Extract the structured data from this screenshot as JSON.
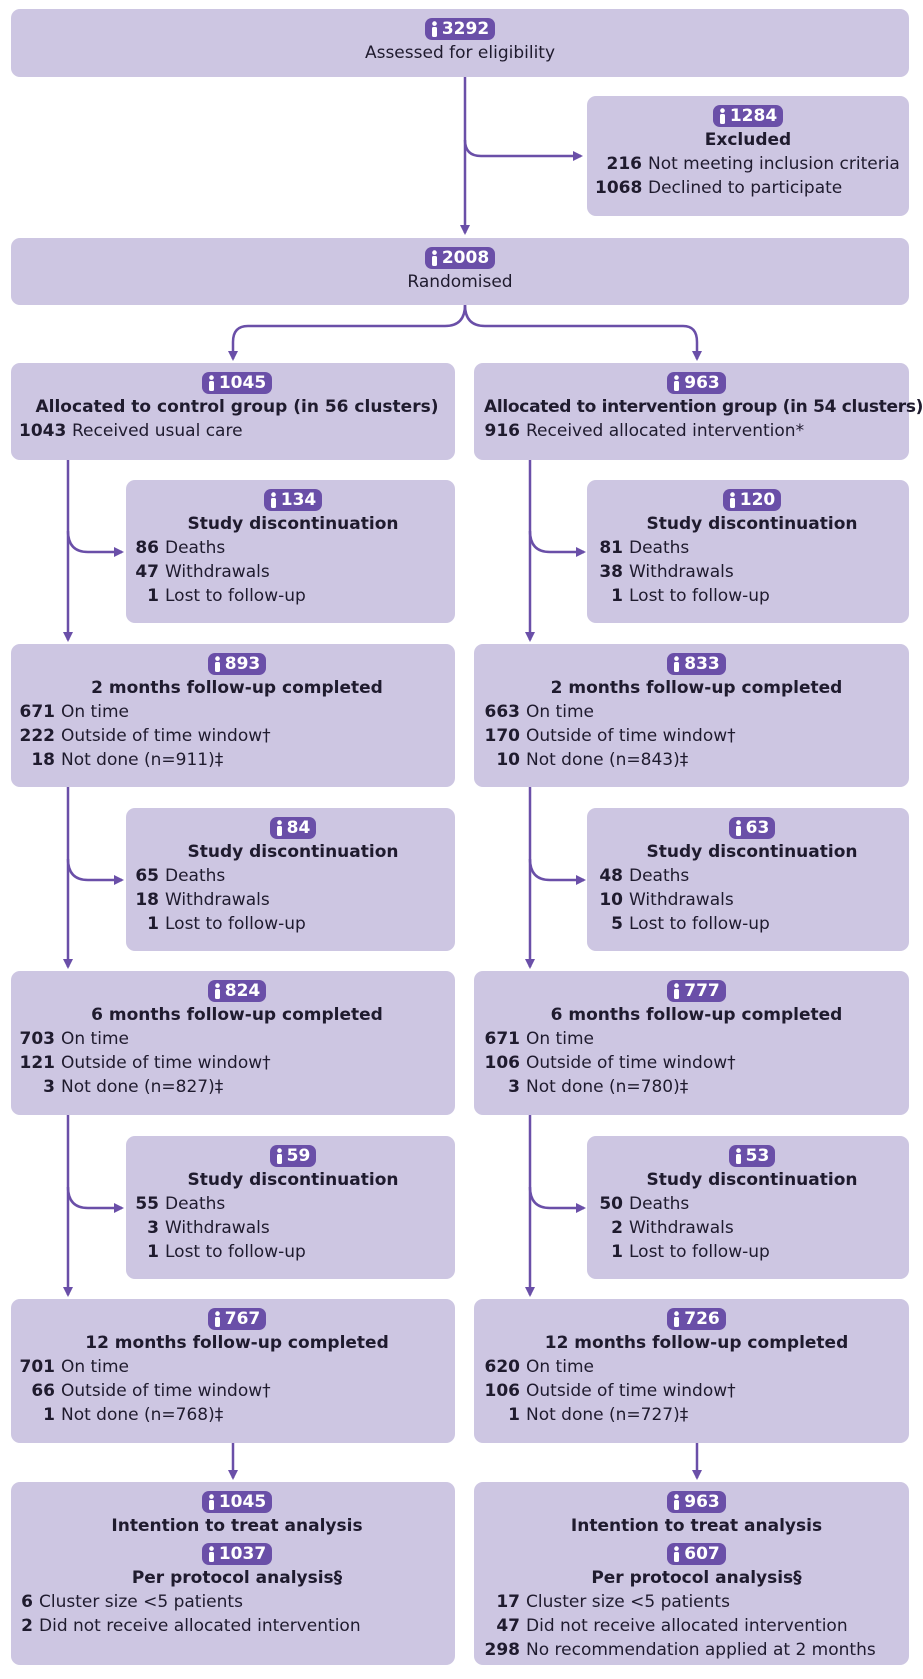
{
  "assessed": {
    "count": "3292",
    "label": "Assessed for eligibility"
  },
  "excluded": {
    "count": "1284",
    "title": "Excluded",
    "items": [
      {
        "n": "216",
        "text": "Not meeting inclusion criteria"
      },
      {
        "n": "1068",
        "text": "Declined to participate"
      }
    ]
  },
  "randomised": {
    "count": "2008",
    "label": "Randomised"
  },
  "control": {
    "alloc": {
      "count": "1045",
      "title": "Allocated to control group (in 56 clusters)",
      "items": [
        {
          "n": "1043",
          "text": "Received usual care"
        }
      ]
    },
    "disc1": {
      "count": "134",
      "title": "Study discontinuation",
      "items": [
        {
          "n": "86",
          "text": "Deaths"
        },
        {
          "n": "47",
          "text": "Withdrawals"
        },
        {
          "n": "1",
          "text": "Lost to follow-up"
        }
      ]
    },
    "fu2": {
      "count": "893",
      "title": "2 months follow-up completed",
      "items": [
        {
          "n": "671",
          "text": "On time"
        },
        {
          "n": "222",
          "text": "Outside of time window†"
        },
        {
          "n": "18",
          "text": "Not done (n=911)‡"
        }
      ]
    },
    "disc2": {
      "count": "84",
      "title": "Study discontinuation",
      "items": [
        {
          "n": "65",
          "text": "Deaths"
        },
        {
          "n": "18",
          "text": "Withdrawals"
        },
        {
          "n": "1",
          "text": "Lost to follow-up"
        }
      ]
    },
    "fu6": {
      "count": "824",
      "title": "6 months follow-up completed",
      "items": [
        {
          "n": "703",
          "text": "On time"
        },
        {
          "n": "121",
          "text": "Outside of time window†"
        },
        {
          "n": "3",
          "text": "Not done (n=827)‡"
        }
      ]
    },
    "disc3": {
      "count": "59",
      "title": "Study discontinuation",
      "items": [
        {
          "n": "55",
          "text": "Deaths"
        },
        {
          "n": "3",
          "text": "Withdrawals"
        },
        {
          "n": "1",
          "text": "Lost to follow-up"
        }
      ]
    },
    "fu12": {
      "count": "767",
      "title": "12 months follow-up completed",
      "items": [
        {
          "n": "701",
          "text": "On time"
        },
        {
          "n": "66",
          "text": "Outside of time window†"
        },
        {
          "n": "1",
          "text": "Not done (n=768)‡"
        }
      ]
    },
    "analysis": {
      "itt_count": "1045",
      "itt_title": "Intention to treat analysis",
      "pp_count": "1037",
      "pp_title": "Per protocol analysis§",
      "items": [
        {
          "n": "6",
          "text": "Cluster size <5 patients"
        },
        {
          "n": "2",
          "text": "Did not receive allocated intervention"
        }
      ]
    }
  },
  "intervention": {
    "alloc": {
      "count": "963",
      "title": "Allocated to intervention group (in 54 clusters)",
      "items": [
        {
          "n": "916",
          "text": "Received allocated intervention*"
        }
      ]
    },
    "disc1": {
      "count": "120",
      "title": "Study discontinuation",
      "items": [
        {
          "n": "81",
          "text": "Deaths"
        },
        {
          "n": "38",
          "text": "Withdrawals"
        },
        {
          "n": "1",
          "text": "Lost to follow-up"
        }
      ]
    },
    "fu2": {
      "count": "833",
      "title": "2 months follow-up completed",
      "items": [
        {
          "n": "663",
          "text": "On time"
        },
        {
          "n": "170",
          "text": "Outside of time window†"
        },
        {
          "n": "10",
          "text": "Not done (n=843)‡"
        }
      ]
    },
    "disc2": {
      "count": "63",
      "title": "Study discontinuation",
      "items": [
        {
          "n": "48",
          "text": "Deaths"
        },
        {
          "n": "10",
          "text": "Withdrawals"
        },
        {
          "n": "5",
          "text": "Lost to follow-up"
        }
      ]
    },
    "fu6": {
      "count": "777",
      "title": "6 months follow-up completed",
      "items": [
        {
          "n": "671",
          "text": "On time"
        },
        {
          "n": "106",
          "text": "Outside of time window†"
        },
        {
          "n": "3",
          "text": "Not done (n=780)‡"
        }
      ]
    },
    "disc3": {
      "count": "53",
      "title": "Study discontinuation",
      "items": [
        {
          "n": "50",
          "text": "Deaths"
        },
        {
          "n": "2",
          "text": "Withdrawals"
        },
        {
          "n": "1",
          "text": "Lost to follow-up"
        }
      ]
    },
    "fu12": {
      "count": "726",
      "title": "12 months follow-up completed",
      "items": [
        {
          "n": "620",
          "text": "On time"
        },
        {
          "n": "106",
          "text": "Outside of time window†"
        },
        {
          "n": "1",
          "text": "Not done (n=727)‡"
        }
      ]
    },
    "analysis": {
      "itt_count": "963",
      "itt_title": "Intention to treat analysis",
      "pp_count": "607",
      "pp_title": "Per protocol analysis§",
      "items": [
        {
          "n": "17",
          "text": "Cluster size <5 patients"
        },
        {
          "n": "47",
          "text": "Did not receive allocated intervention"
        },
        {
          "n": "298",
          "text": "No recommendation applied at 2 months"
        }
      ]
    }
  },
  "colors": {
    "box": "#cdc6e2",
    "badge": "#6a4fa8",
    "arrow": "#6a4fa8",
    "text": "#1f1b2e"
  },
  "icons": {
    "person": "person-icon"
  }
}
